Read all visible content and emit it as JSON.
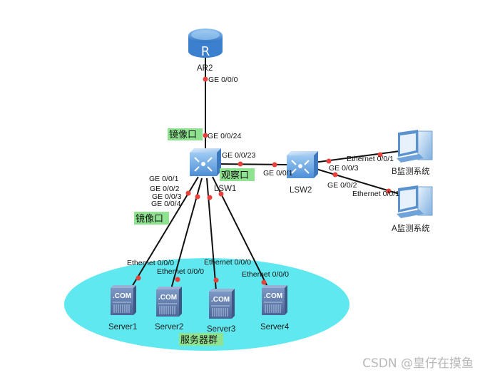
{
  "colors": {
    "link": "#111111",
    "port_dot": "#e8413b",
    "tag_bg": "#8fe28f",
    "cloud": "#5fe8ef",
    "device_blue": "#4f8fd6",
    "server": "#5a77a8"
  },
  "devices": {
    "ar2": {
      "name": "AR2",
      "icon": "router-icon"
    },
    "lsw1": {
      "name": "LSW1",
      "icon": "switch-icon"
    },
    "lsw2": {
      "name": "LSW2",
      "icon": "switch-icon"
    },
    "pc_b": {
      "name": "B监测系统",
      "icon": "pc-icon"
    },
    "pc_a": {
      "name": "A监测系统",
      "icon": "pc-icon"
    },
    "servers": [
      {
        "name": "Server1",
        "icon": "server-icon",
        "badge": ".COM"
      },
      {
        "name": "Server2",
        "icon": "server-icon",
        "badge": ".COM"
      },
      {
        "name": "Server3",
        "icon": "server-icon",
        "badge": ".COM"
      },
      {
        "name": "Server4",
        "icon": "server-icon",
        "badge": ".COM"
      }
    ]
  },
  "ports": {
    "ar2_ge000": "GE 0/0/0",
    "lsw1_ge0024": "GE 0/0/24",
    "lsw1_ge0023": "GE 0/0/23",
    "lsw1_ge001": "GE 0/0/1",
    "lsw1_ge002": "GE 0/0/2",
    "lsw1_ge003": "GE 0/0/3",
    "lsw1_ge004": "GE 0/0/4",
    "lsw2_ge001": "GE 0/0/1",
    "lsw2_ge003": "GE 0/0/3",
    "lsw2_ge002": "GE 0/0/2",
    "pcb_eth": "Ethernet 0/0/1",
    "pca_eth": "Ethernet 0/0/1",
    "srv1_eth": "Ethernet 0/0/0",
    "srv2_eth": "Ethernet 0/0/0",
    "srv3_eth": "Ethernet 0/0/0",
    "srv4_eth": "Ethernet 0/0/0"
  },
  "tags": {
    "mirror_upper": "镜像口",
    "observe": "观察口",
    "mirror_lower": "镜像口",
    "server_group": "服务器群"
  },
  "watermark": "CSDN @皇仔在摸鱼"
}
